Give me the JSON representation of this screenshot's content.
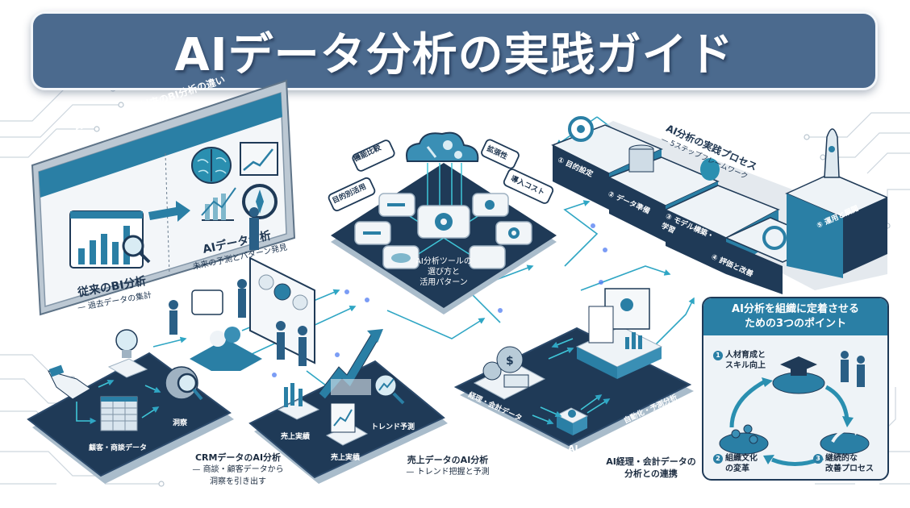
{
  "title": "AIデータ分析の実践ガイド",
  "colors": {
    "banner": "#4b6a8e",
    "navy": "#1f3a57",
    "teal": "#2a7fa5",
    "cyan": "#3fc6d8",
    "light": "#eef3f7"
  },
  "comparison_panel": {
    "header": "AIデータ分析と従来のBI分析の違い",
    "left": {
      "title": "従来のBI分析",
      "subtitle": "— 過去データの集計",
      "icon": "bar-chart-magnifier-icon"
    },
    "right": {
      "title": "AIデータ分析",
      "subtitle": "未来の予測とパターン発見",
      "icons": [
        "brain-icon",
        "trend-chart-icon",
        "compass-icon"
      ]
    },
    "arrow_icon": "right-arrow-icon"
  },
  "tools_platform": {
    "caption": [
      "AI分析ツールの",
      "選び方と",
      "活用パターン"
    ],
    "bubbles": [
      "機能比較",
      "拡張性",
      "目的別活用",
      "導入コスト"
    ],
    "icons": [
      "cloud-gears-icon",
      "wrench-icon",
      "gear-icon",
      "cloud-icon",
      "key-icon"
    ]
  },
  "process": {
    "title": "AI分析の実践プロセス",
    "subtitle": "— 5ステップフレームワーク",
    "steps": [
      {
        "num": "①",
        "label": "目的設定",
        "icon": "target-icon"
      },
      {
        "num": "②",
        "label": "データ準備",
        "icon": "database-brush-icon"
      },
      {
        "num": "③",
        "label": "モデル構築・学習",
        "icon": "flowchart-brain-icon"
      },
      {
        "num": "④",
        "label": "評価と改善",
        "icon": "refresh-cycle-icon"
      },
      {
        "num": "⑤",
        "label": "運用と展開",
        "icon": "rocket-icon"
      }
    ]
  },
  "crm": {
    "platform_labels": {
      "data": "顧客・商談データ",
      "insight": "洞察"
    },
    "caption_title": "CRMデータのAI分析",
    "caption_sub": [
      "— 商談・顧客データから",
      "洞察を引き出す"
    ]
  },
  "sales": {
    "platform_labels": {
      "actual1": "売上実績",
      "actual2": "売上実績",
      "forecast": "トレンド予測"
    },
    "caption_title": "売上データのAI分析",
    "caption_sub": [
      "— トレンド把握と予測"
    ]
  },
  "accounting": {
    "platform_labels": {
      "data": "経理・会計データ",
      "ai": "AI",
      "auto": "自動化・予測分析"
    },
    "caption_title": "AI経理・会計データの",
    "caption_sub": [
      "分析との連携"
    ]
  },
  "points": {
    "header": [
      "AI分析を組織に定着させる",
      "ための3つのポイント"
    ],
    "items": [
      {
        "num": "1",
        "label": [
          "人材育成と",
          "スキル向上"
        ],
        "icon": "graduation-cap-icon"
      },
      {
        "num": "2",
        "label": [
          "組織文化",
          "の変革"
        ],
        "icon": "team-icon"
      },
      {
        "num": "3",
        "label": [
          "継続的な",
          "改善プロセス"
        ],
        "icon": "improvement-arrows-icon"
      }
    ]
  }
}
